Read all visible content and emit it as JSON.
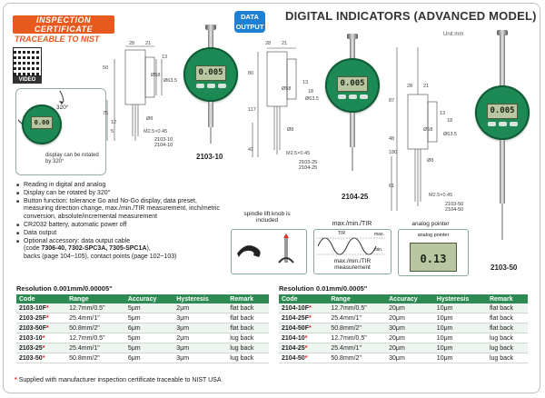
{
  "header": {
    "cert_badge": "INSPECTION CERTIFICATE",
    "traceable": "TRACEABLE TO NIST",
    "video": "VIDEO",
    "data_output_badge": [
      "DATA",
      "OUTPUT"
    ],
    "title": "DIGITAL INDICATORS (ADVANCED MODEL)",
    "unit": "Unit:mm"
  },
  "indicators": {
    "small": {
      "display": "0.00"
    },
    "m2103_10": {
      "display": "0.005",
      "label": "2103-10"
    },
    "m2104_25": {
      "display": "0.005",
      "label": "2104-25"
    },
    "m2103_50": {
      "display": "0.005",
      "label": "2103-50"
    }
  },
  "drawings": {
    "d1": {
      "dims": [
        "28",
        "21",
        "13",
        "50",
        "75",
        "12",
        "5",
        "Ø58",
        "Ø63.5",
        "Ø8",
        "M2.5×0.45"
      ],
      "codes": [
        "2103-10",
        "2104-10"
      ]
    },
    "d2": {
      "dims": [
        "28",
        "21",
        "117",
        "80",
        "41",
        "13",
        "18",
        "Ø58",
        "Ø63.5",
        "Ø8",
        "M2.5×0.45"
      ],
      "codes": [
        "2103-25",
        "2104-25"
      ]
    },
    "d3": {
      "dims": [
        "28",
        "21",
        "87",
        "180",
        "48",
        "61",
        "13",
        "18",
        "Ø58",
        "Ø63.5",
        "Ø8",
        "M2.5×0.45"
      ],
      "codes": [
        "2103-50",
        "2104-50"
      ]
    }
  },
  "rotate": {
    "angle": "320°",
    "note": "display can be rotated by 320°"
  },
  "features": [
    {
      "text": "Reading in digital and analog"
    },
    {
      "text": "Display can be rotated by 320°"
    },
    {
      "text": "Button function: tolerance Go and No-Go display, data preset, measuring direction change, max./min./TIR measurement, inch/metric conversion, absolute/incremental measurement"
    },
    {
      "text": "CR2032 battery, automatic power off"
    },
    {
      "text": "Data output"
    },
    {
      "text": "Optional accessory: data output cable",
      "code_pre": "(code ",
      "code_bold": "7306-40, 7302-SPC3A, 7305-SPC1A",
      "code_post": "),",
      "line2": "backs (page 104~105), contact points (page 102~103)"
    }
  ],
  "boxes": {
    "spindle": "spindle lift knob is included",
    "maxmin_title": "max./min./TIR",
    "maxmin_caption": "max./min./TIR measurement",
    "maxmin_labels": {
      "tir": "TIR",
      "max": "max.",
      "min": "min."
    },
    "analog": "analog pointer",
    "analog_inner": "analog pointer",
    "analog_display": "0.13"
  },
  "tables": {
    "left": {
      "resolution": "Resolution 0.001mm/0.00005\"",
      "headers": [
        "Code",
        "Range",
        "Accuracy",
        "Hysteresis",
        "Remark"
      ],
      "rows": [
        {
          "code": "2103-10F",
          "star": "*",
          "range": "12.7mm/0.5\"",
          "accuracy": "5μm",
          "hysteresis": "2μm",
          "remark": "flat back"
        },
        {
          "code": "2103-25F",
          "star": "*",
          "range": "25.4mm/1\"",
          "accuracy": "5μm",
          "hysteresis": "3μm",
          "remark": "flat back"
        },
        {
          "code": "2103-50F",
          "star": "*",
          "range": "50.8mm/2\"",
          "accuracy": "6μm",
          "hysteresis": "3μm",
          "remark": "flat back"
        },
        {
          "code": "2103-10",
          "star": "*",
          "range": "12.7mm/0.5\"",
          "accuracy": "5μm",
          "hysteresis": "2μm",
          "remark": "lug back"
        },
        {
          "code": "2103-25",
          "star": "*",
          "range": "25.4mm/1\"",
          "accuracy": "5μm",
          "hysteresis": "3μm",
          "remark": "lug back"
        },
        {
          "code": "2103-50",
          "star": "*",
          "range": "50.8mm/2\"",
          "accuracy": "6μm",
          "hysteresis": "3μm",
          "remark": "lug back"
        }
      ]
    },
    "right": {
      "resolution": "Resolution 0.01mm/0.0005\"",
      "headers": [
        "Code",
        "Range",
        "Accuracy",
        "Hysteresis",
        "Remark"
      ],
      "rows": [
        {
          "code": "2104-10F",
          "star": "*",
          "range": "12.7mm/0.5\"",
          "accuracy": "20μm",
          "hysteresis": "10μm",
          "remark": "flat back"
        },
        {
          "code": "2104-25F",
          "star": "*",
          "range": "25.4mm/1\"",
          "accuracy": "20μm",
          "hysteresis": "10μm",
          "remark": "flat back"
        },
        {
          "code": "2104-50F",
          "star": "*",
          "range": "50.8mm/2\"",
          "accuracy": "30μm",
          "hysteresis": "10μm",
          "remark": "flat back"
        },
        {
          "code": "2104-10",
          "star": "*",
          "range": "12.7mm/0.5\"",
          "accuracy": "20μm",
          "hysteresis": "10μm",
          "remark": "lug back"
        },
        {
          "code": "2104-25",
          "star": "*",
          "range": "25.4mm/1\"",
          "accuracy": "20μm",
          "hysteresis": "10μm",
          "remark": "lug back"
        },
        {
          "code": "2104-50",
          "star": "*",
          "range": "50.8mm/2\"",
          "accuracy": "30μm",
          "hysteresis": "10μm",
          "remark": "lug back"
        }
      ]
    }
  },
  "footnote": {
    "star": "*",
    "text": "Supplied with manufacturer inspection certificate traceable to NIST USA"
  },
  "colors": {
    "brand_orange": "#e65a1e",
    "body_green": "#1d8a55",
    "table_header": "#2c8a52",
    "data_blue": "#1f7fd1",
    "star_red": "#e02020"
  }
}
